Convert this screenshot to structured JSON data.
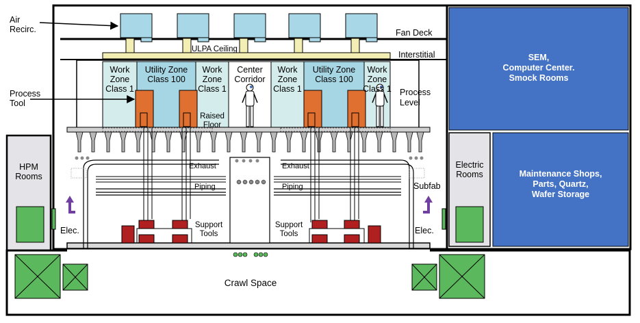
{
  "labels": {
    "air_recirc_1": "Air",
    "air_recirc_2": "Recirc.",
    "fan_deck": "Fan Deck",
    "ulpa_ceiling": "ULPA Ceiling",
    "interstitial": "Interstitial",
    "process_tool_1": "Process",
    "process_tool_2": "Tool",
    "process_level_1": "Process",
    "process_level_2": "Level",
    "work_zone_left_1": "Work",
    "work_zone_left_2": "Zone",
    "work_zone_left_3": "Class 1",
    "utility_zone_left_1": "Utility Zone",
    "utility_zone_left_2": "Class 100",
    "work_zone_mid_left_1": "Work",
    "work_zone_mid_left_2": "Zone",
    "work_zone_mid_left_3": "Class 1",
    "center_corridor_1": "Center",
    "center_corridor_2": "Corridor",
    "work_zone_mid_right_1": "Work",
    "work_zone_mid_right_2": "Zone",
    "work_zone_mid_right_3": "Class 1",
    "utility_zone_right_1": "Utility Zone",
    "utility_zone_right_2": "Class 100",
    "work_zone_right_1": "Work",
    "work_zone_right_2": "Zone",
    "work_zone_right_3": "Class 1",
    "raised_floor_1": "Raised",
    "raised_floor_2": "Floor",
    "hpm_rooms_1": "HPM",
    "hpm_rooms_2": "Rooms",
    "exhaust_left": "Exhaust",
    "exhaust_right": "Exhaust",
    "piping_left": "Piping",
    "piping_right": "Piping",
    "subfab": "Subfab",
    "elec_left": "Elec.",
    "elec_right": "Elec.",
    "support_tools_left_1": "Support",
    "support_tools_left_2": "Tools",
    "support_tools_right_1": "Support",
    "support_tools_right_2": "Tools",
    "crawl_space": "Crawl Space",
    "electric_rooms_1": "Electric",
    "electric_rooms_2": "Rooms",
    "sem_block_1": "SEM,",
    "sem_block_2": "Computer Center.",
    "sem_block_3": "Smock Rooms",
    "maint_block_1": "Maintenance Shops,",
    "maint_block_2": "Parts, Quartz,",
    "maint_block_3": "Wafer Storage"
  },
  "colors": {
    "fan_unit": "#a8d8e8",
    "work_zone": "#d4ecec",
    "utility_zone": "#a6d6e4",
    "process_tool": "#e07030",
    "ulpa": "#f2eeb4",
    "blue_block": "#4472c4",
    "green_box": "#5cb85c",
    "support_tool": "#b02020",
    "room_gray": "#e4e4e8",
    "arrow": "#7040a0"
  }
}
